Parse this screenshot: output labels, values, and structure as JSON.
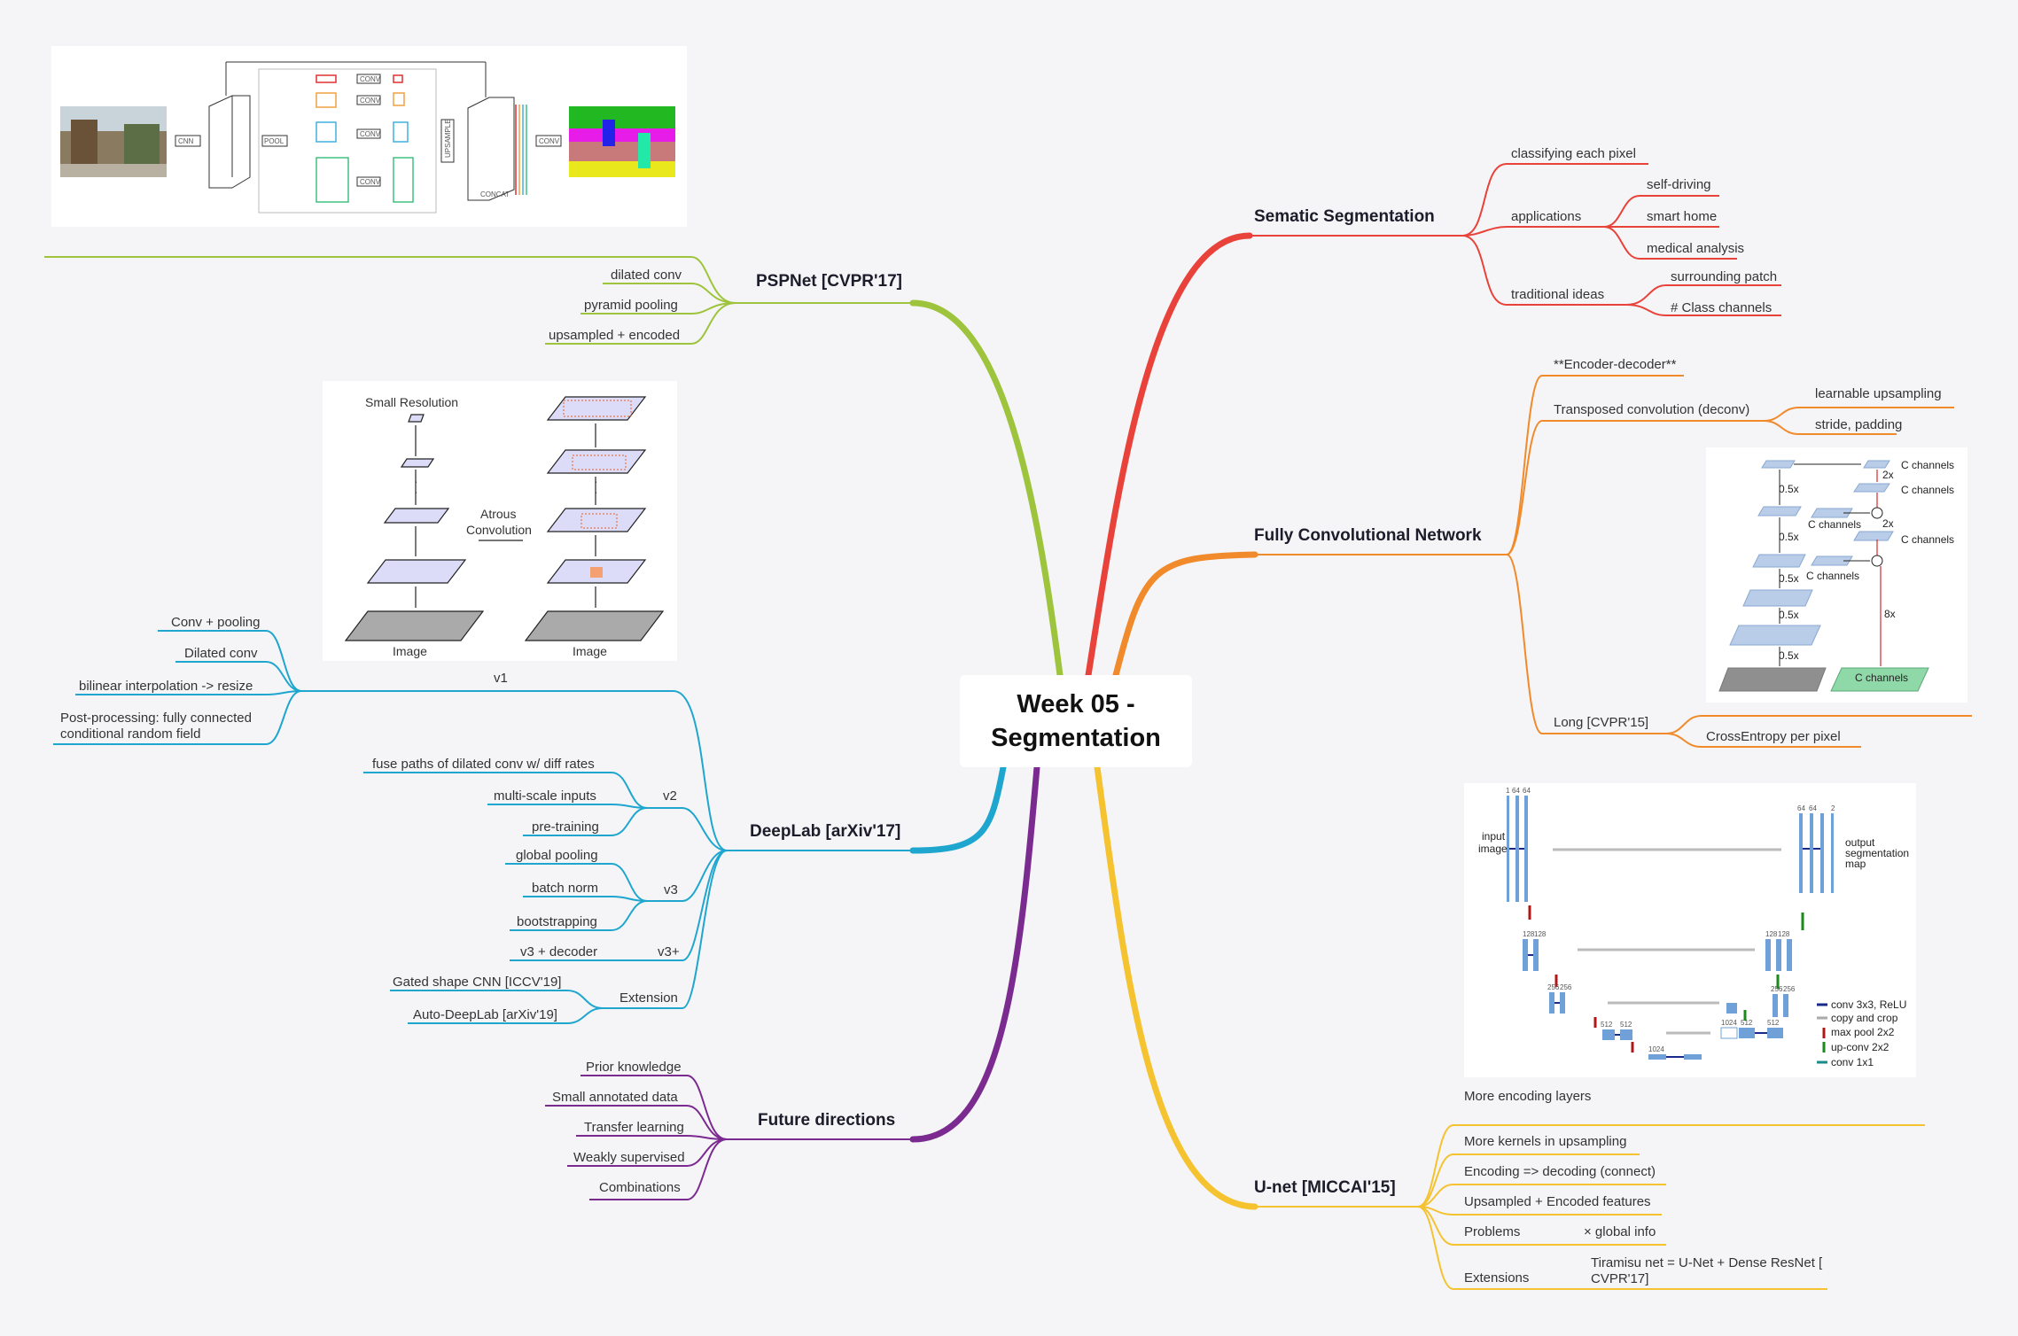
{
  "title": "Week 05 - Segmentation",
  "colors": {
    "semantic": "#e8423a",
    "fcn": "#f08a2a",
    "unet": "#f5c230",
    "pspnet": "#9dc43c",
    "deeplab": "#1fa6cf",
    "future": "#7b2a90"
  },
  "branches": {
    "semantic": {
      "label": "Sematic Segmentation",
      "classify": "classifying each pixel",
      "applications": "applications",
      "apps": [
        "self-driving",
        "smart home",
        "medical analysis"
      ],
      "traditional": "traditional ideas",
      "trad": [
        "surrounding patch",
        "# Class channels"
      ]
    },
    "fcn": {
      "label": "Fully Convolutional Network",
      "items": [
        "**Encoder-decoder**",
        "Transposed convolution (deconv)",
        "Long [CVPR'15]"
      ],
      "deconv": [
        "learnable upsampling",
        "stride, padding"
      ],
      "long": [
        "CrossEntropy per pixel"
      ],
      "figure": {
        "c_channels": "C channels",
        "scale_half": "0.5x",
        "scale_2x": "2x",
        "scale_8x": "8x"
      }
    },
    "unet": {
      "label": "U-net [MICCAI'15]",
      "items": [
        "More encoding layers",
        "More kernels in upsampling",
        "Encoding => decoding (connect)",
        "Upsampled + Encoded features",
        "Problems",
        "Extensions"
      ],
      "problems": "× global info",
      "extensions_line1": "Tiramisu net = U-Net + Dense ResNet [",
      "extensions_line2": "CVPR'17]",
      "figure": {
        "input": "input image",
        "input_line1": "input",
        "input_line2": "image",
        "output_line1": "output",
        "output_line2": "segmentation",
        "output_line3": "map",
        "legend": [
          "conv 3x3, ReLU",
          "copy and crop",
          "max pool 2x2",
          "up-conv 2x2",
          "conv 1x1"
        ],
        "legend_colors": [
          "#1a2a8a",
          "#aaaaaa",
          "#b01818",
          "#1a8a1a",
          "#1a8a8a"
        ],
        "nums": [
          "1",
          "64",
          "64",
          "128",
          "128",
          "256",
          "256",
          "512",
          "512",
          "1024",
          "1024",
          "512",
          "512",
          "256",
          "256",
          "128",
          "128",
          "64",
          "64",
          "2"
        ]
      }
    },
    "pspnet": {
      "label": "PSPNet [CVPR'17]",
      "items": [
        "dilated conv",
        "pyramid pooling",
        "upsampled + encoded"
      ],
      "figure": {
        "cnn": "CNN",
        "pool": "POOL",
        "conv": "CONV",
        "upsample": "UPSAMPLE",
        "concat": "CONCAT"
      }
    },
    "deeplab": {
      "label": "DeepLab [arXiv'17]",
      "v1": "v1",
      "v1_items": [
        "Conv + pooling",
        "Dilated conv",
        "bilinear interpolation -> resize"
      ],
      "v1_post_line1": "Post-processing: fully connected",
      "v1_post_line2": "conditional random field",
      "v2": "v2",
      "v2_items": [
        "fuse paths of dilated conv w/ diff rates",
        "multi-scale inputs",
        "pre-training"
      ],
      "v3": "v3",
      "v3_items": [
        "global pooling",
        "batch norm",
        "bootstrapping"
      ],
      "v3plus": "v3+",
      "v3plus_items": [
        "v3 + decoder"
      ],
      "extension": "Extension",
      "ext_items": [
        "Gated shape CNN [ICCV'19]",
        "Auto-DeepLab [arXiv'19]"
      ],
      "figure": {
        "small_res": "Small Resolution",
        "atrous_line1": "Atrous",
        "atrous_line2": "Convolution",
        "image": "Image",
        "dots": "·"
      }
    },
    "future": {
      "label": "Future directions",
      "items": [
        "Prior knowledge",
        "Small annotated data",
        "Transfer learning",
        "Weakly supervised",
        "Combinations"
      ]
    }
  }
}
